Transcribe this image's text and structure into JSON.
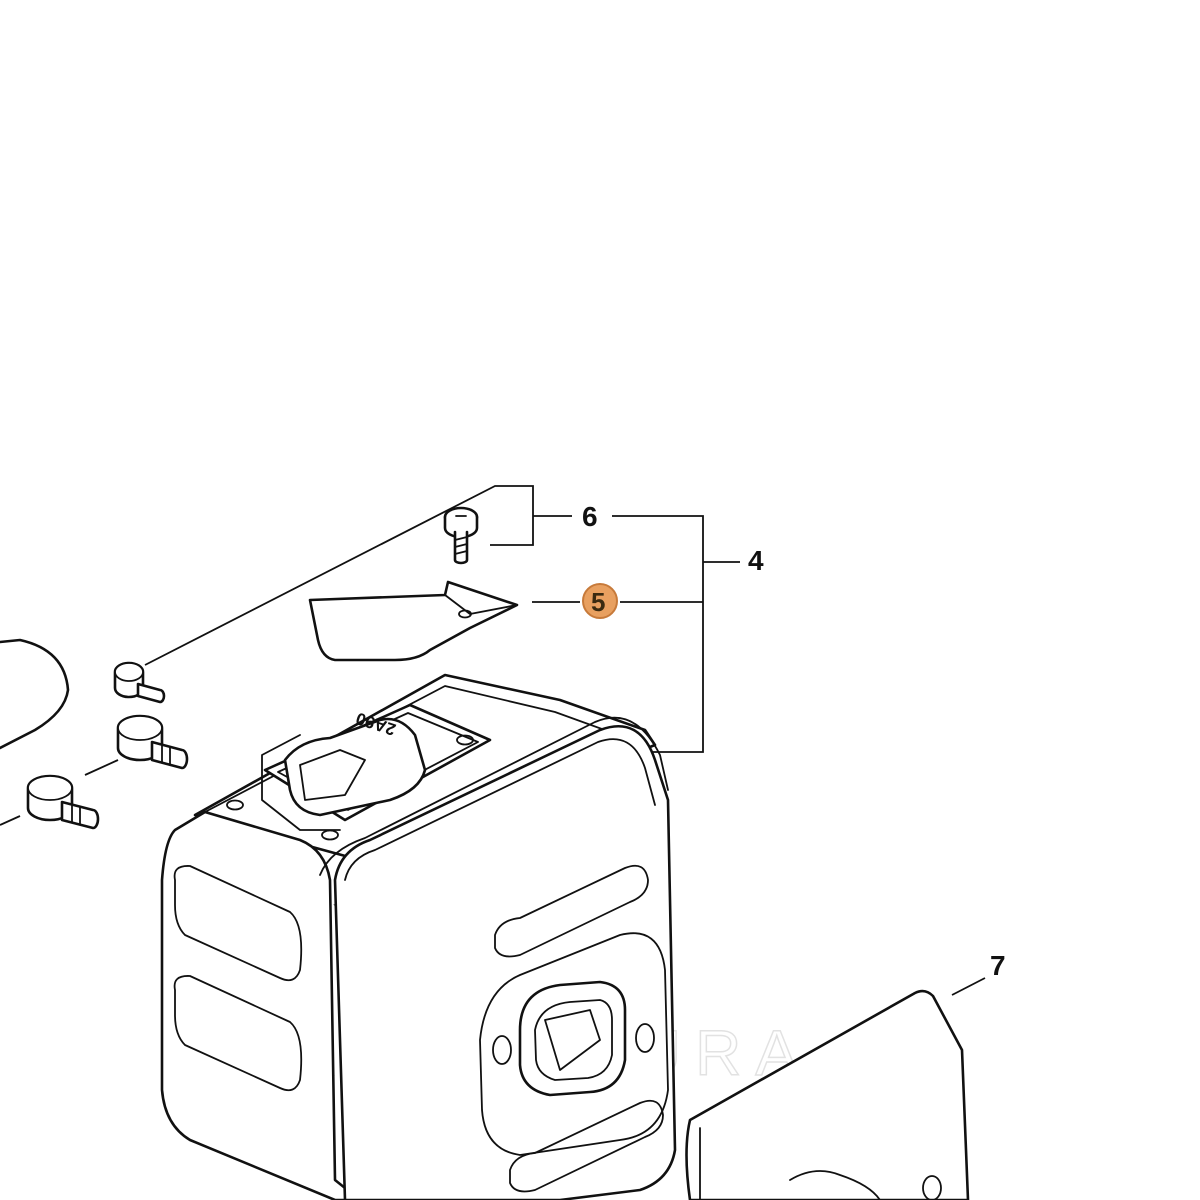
{
  "callouts": {
    "c4": "4",
    "c5": "5",
    "c6": "6",
    "c7": "7"
  },
  "part_stamp": "2A90",
  "watermark": "LEADVENTURA",
  "colors": {
    "line": "#111111",
    "highlight_fill": "#e8a060",
    "highlight_stroke": "#c77a3a",
    "watermark": "#cfcfcf"
  }
}
